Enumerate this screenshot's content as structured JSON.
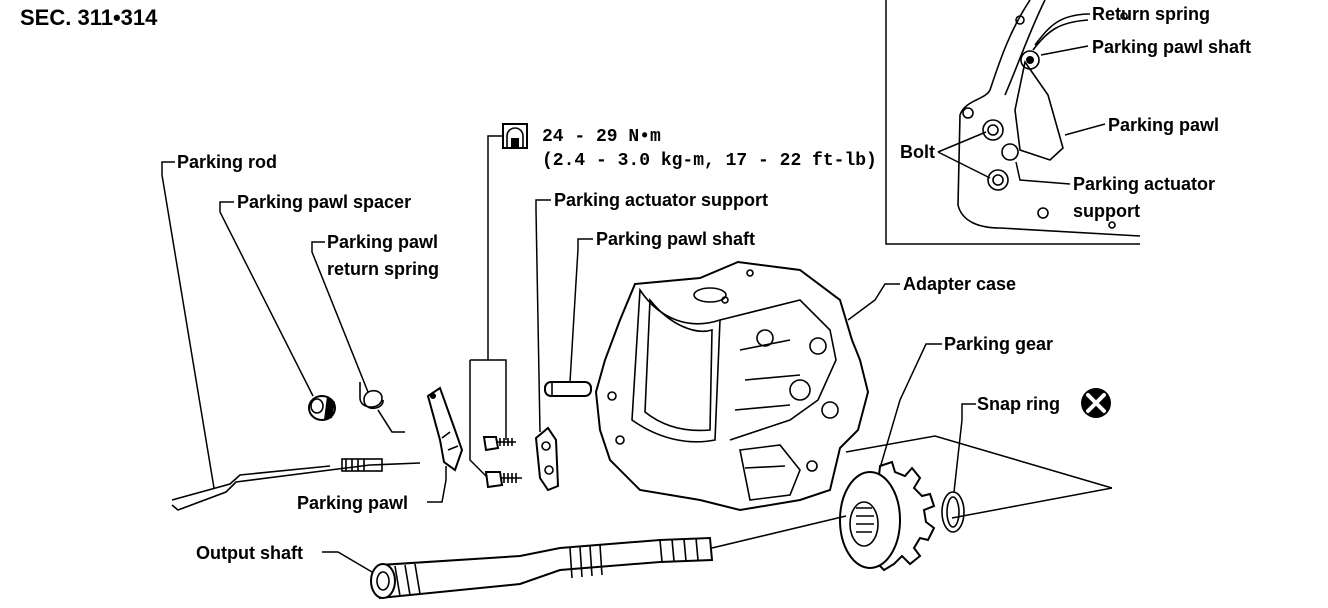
{
  "section": "SEC. 311•314",
  "torque": {
    "line1": "24 - 29 N•m",
    "line2": "(2.4 - 3.0 kg-m, 17 - 22 ft-lb)"
  },
  "labels": {
    "parking_rod": "Parking rod",
    "parking_pawl_spacer": "Parking pawl spacer",
    "return_spring_line1": "Parking pawl",
    "return_spring_line2": "return spring",
    "parking_actuator_support": "Parking actuator support",
    "parking_pawl_shaft": "Parking pawl shaft",
    "adapter_case": "Adapter case",
    "parking_gear": "Parking gear",
    "snap_ring": "Snap ring",
    "parking_pawl": "Parking pawl",
    "output_shaft": "Output shaft"
  },
  "inset": {
    "return_spring": "Return spring",
    "parking_pawl_shaft": "Parking pawl shaft",
    "parking_pawl": "Parking pawl",
    "bolt": "Bolt",
    "parking_actuator_line1": "Parking actuator",
    "parking_actuator_line2": "support"
  },
  "icons": [
    "torque-wrench-icon",
    "do-not-reuse-icon"
  ]
}
